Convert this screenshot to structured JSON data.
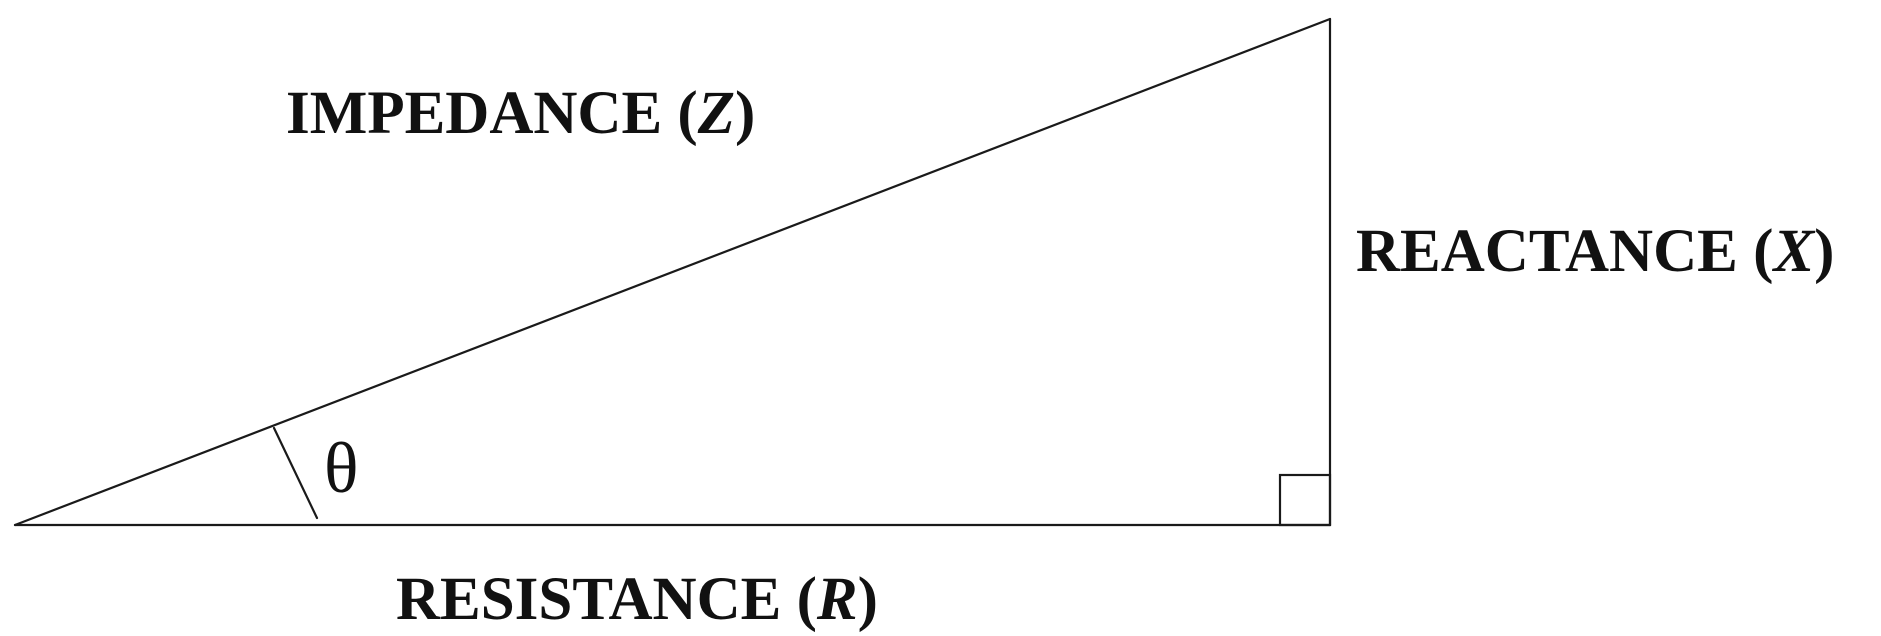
{
  "diagram": {
    "hypotenuse": {
      "name": "IMPEDANCE",
      "symbol": "Z"
    },
    "opposite": {
      "name": "REACTANCE",
      "symbol": "X"
    },
    "adjacent": {
      "name": "RESISTANCE",
      "symbol": "R"
    },
    "angle_symbol": "θ"
  },
  "colors": {
    "line": "#1a1a1a",
    "text": "#111111",
    "background": "#ffffff"
  }
}
